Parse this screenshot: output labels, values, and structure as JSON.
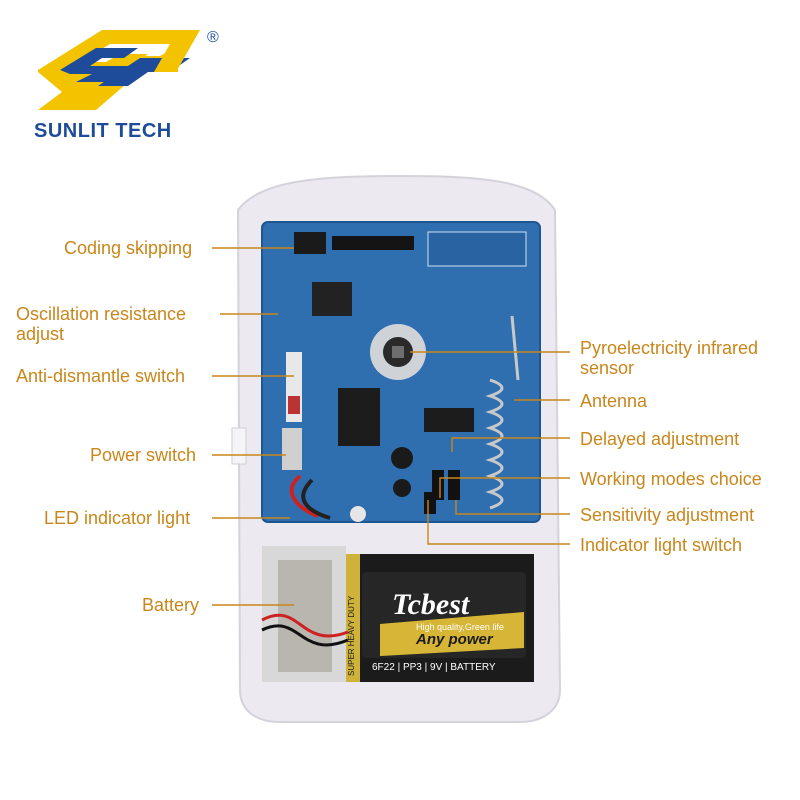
{
  "brand": {
    "name": "SUNLIT TECH",
    "registered_mark": "®",
    "colors": {
      "yellow": "#f3c300",
      "blue": "#1f4c9a"
    }
  },
  "battery": {
    "brand": "Tcbest",
    "tagline": "High quality,Green life",
    "slogan": "Any power",
    "side_text": "SUPER HEAVY DUTY",
    "spec": "6F22 | PP3 | 9V | BATTERY"
  },
  "labels": {
    "left": [
      "Coding skipping",
      "Oscillation resistance",
      "adjust",
      "Anti-dismantle switch",
      "Power switch",
      "LED indicator light",
      "Battery"
    ],
    "right": [
      "Pyroelectricity infrared",
      "sensor",
      "Antenna",
      "Delayed adjustment",
      "Working modes choice",
      "Sensitivity adjustment",
      "Indicator light switch"
    ]
  },
  "colors": {
    "label_text": "#c9861a",
    "pcb": "#2f6fb0",
    "housing": "#eeedf1"
  }
}
